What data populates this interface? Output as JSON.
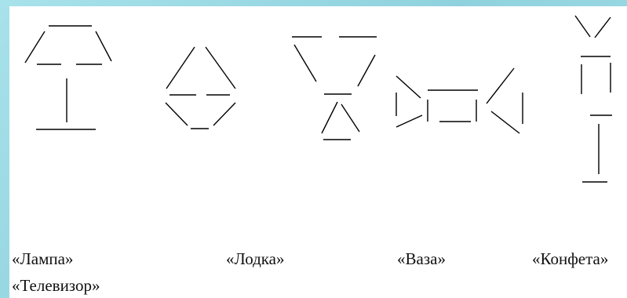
{
  "labels": {
    "lamp": "«Лампа»",
    "boat": "«Лодка»",
    "vase": "«Ваза»",
    "candy": "«Конфета»",
    "tv": "«Телевизор»"
  }
}
